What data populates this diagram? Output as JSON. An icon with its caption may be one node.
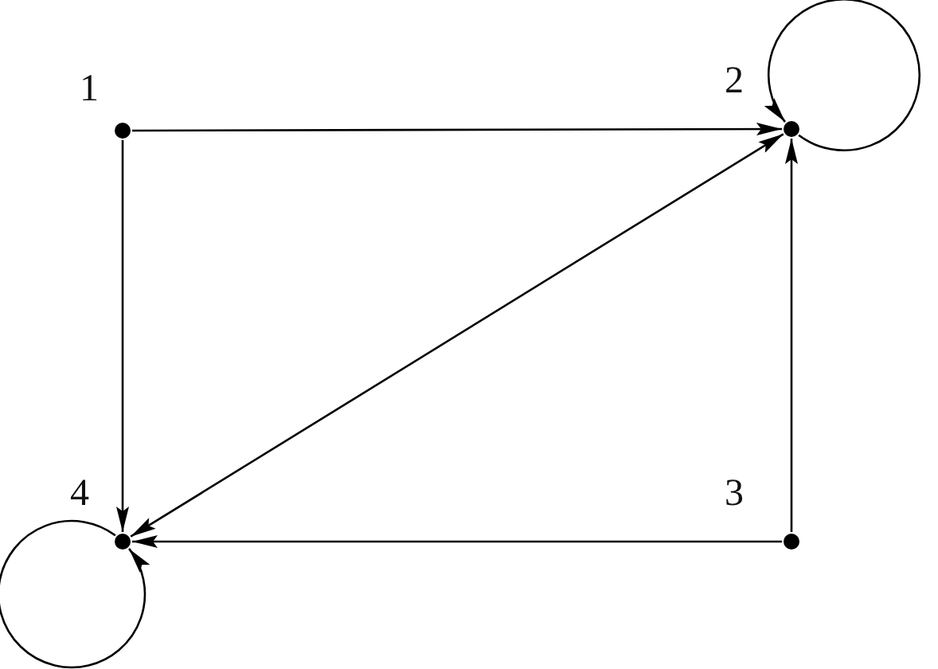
{
  "diagram": {
    "nodes": [
      {
        "text": [],
        "shape": "circle",
        "beside": [
          "1"
        ]
      },
      {
        "text": [],
        "shape": "circle",
        "beside": [
          "2"
        ]
      },
      {
        "text": [],
        "shape": "circle",
        "beside": [
          "3"
        ]
      },
      {
        "text": [],
        "shape": "circle",
        "beside": [
          "4"
        ]
      }
    ],
    "edges": [
      {
        "from": 0,
        "to": 1,
        "arrow": "to"
      },
      {
        "from": 1,
        "to": 1,
        "arrow": "to"
      },
      {
        "from": 0,
        "to": 3,
        "arrow": "to"
      },
      {
        "from": 1,
        "to": 3,
        "arrow": "both"
      },
      {
        "from": 2,
        "to": 1,
        "arrow": "to"
      },
      {
        "from": 2,
        "to": 3,
        "arrow": "to"
      },
      {
        "from": 3,
        "to": 3,
        "arrow": "to"
      }
    ]
  }
}
